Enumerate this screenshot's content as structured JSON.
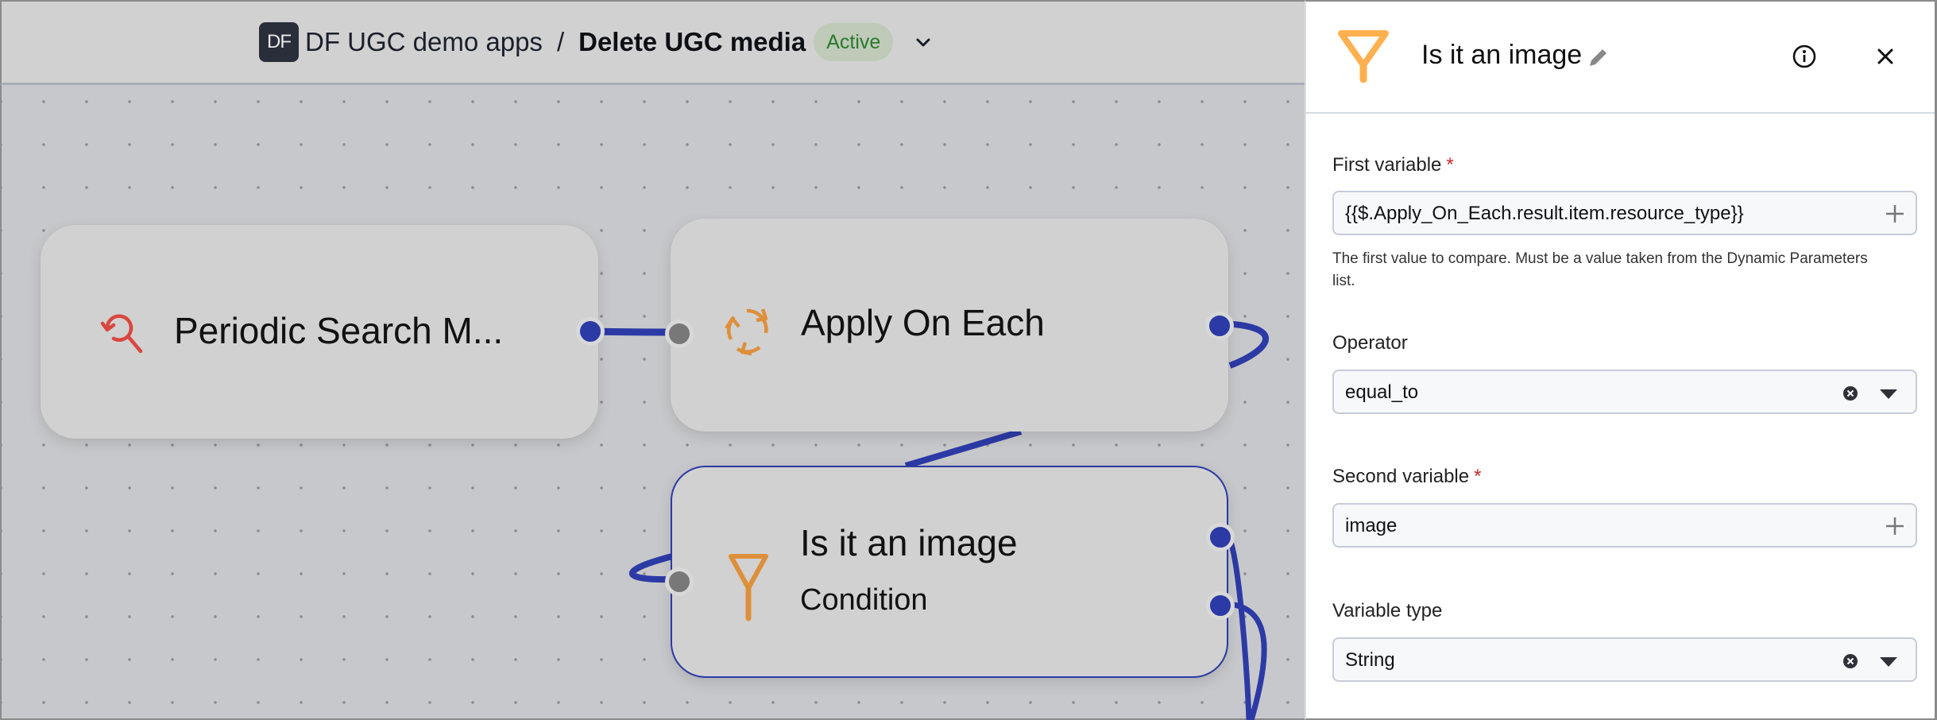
{
  "header": {
    "org_avatar": "DF",
    "org_name": "DF UGC demo apps",
    "separator": "/",
    "flow_name": "Delete UGC media",
    "status_badge": "Active",
    "status_color": "#2a7a2a"
  },
  "canvas": {
    "nodes": [
      {
        "title": "Periodic Search M...",
        "icon": "periodic-search-icon",
        "icon_color": "#d9463f"
      },
      {
        "title": "Apply On Each",
        "icon": "loop-icon",
        "icon_color": "#de8f3a"
      },
      {
        "title": "Is it an image",
        "subtitle": "Condition",
        "icon": "filter-icon",
        "icon_color": "#de8f3a",
        "selected": true
      }
    ],
    "edge_color": "#2c3aa6"
  },
  "panel": {
    "title": "Is it an image",
    "icon": "filter-icon",
    "icon_color": "#ffb04f",
    "fields": {
      "first_variable": {
        "label": "First variable",
        "required_mark": "*",
        "value": "{{$.Apply_On_Each.result.item.resource_type}}",
        "help": "The first value to compare. Must be a value taken from the Dynamic Parameters list."
      },
      "operator": {
        "label": "Operator",
        "value": "equal_to"
      },
      "second_variable": {
        "label": "Second variable",
        "required_mark": "*",
        "value": "image"
      },
      "variable_type": {
        "label": "Variable type",
        "value": "String"
      }
    }
  }
}
